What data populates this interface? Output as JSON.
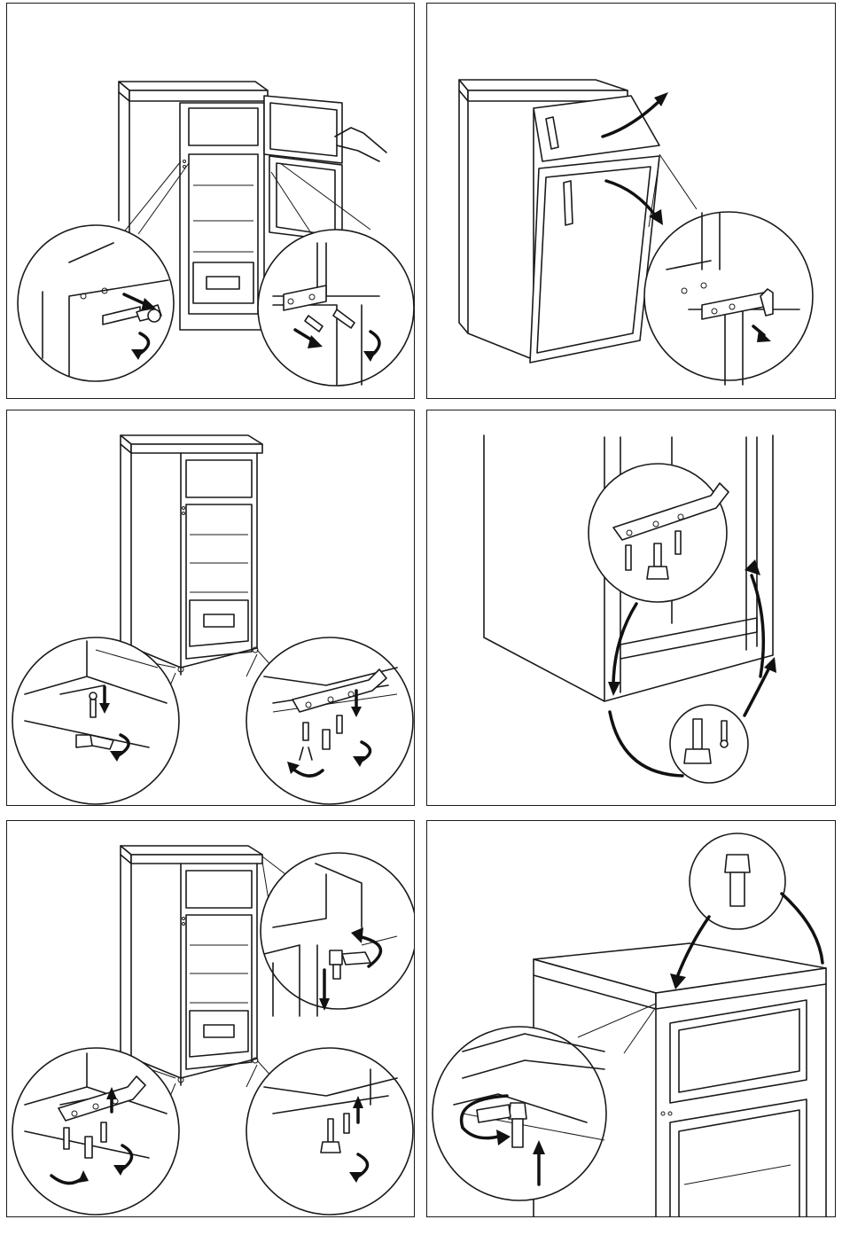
{
  "document": {
    "kind": "wordless illustrated instruction sheet",
    "steps": [
      {
        "id": "step-1",
        "icons": [
          "refrigerator-icon",
          "magnifier-icon",
          "screw-icon",
          "arrow-icon",
          "rotate-arrow-icon",
          "hand-icon"
        ]
      },
      {
        "id": "step-2",
        "icons": [
          "refrigerator-icon",
          "door-icon",
          "hinge-icon",
          "arrow-icon"
        ]
      },
      {
        "id": "step-3",
        "icons": [
          "refrigerator-icon",
          "magnifier-icon",
          "hinge-bracket-icon",
          "screwdriver-icon",
          "wrench-icon",
          "rotate-arrow-icon"
        ]
      },
      {
        "id": "step-4",
        "icons": [
          "refrigerator-icon",
          "hinge-bracket-icon",
          "bolt-icon",
          "screw-icon",
          "swap-arrow-icon"
        ]
      },
      {
        "id": "step-5",
        "icons": [
          "refrigerator-icon",
          "magnifier-icon",
          "hinge-pin-icon",
          "wrench-icon",
          "arrow-icon"
        ]
      },
      {
        "id": "step-6",
        "icons": [
          "refrigerator-icon",
          "hinge-pin-icon",
          "wrench-icon",
          "arrow-icon"
        ]
      }
    ]
  },
  "colors": {
    "ink": "#1a1a1a",
    "paper": "#ffffff"
  }
}
